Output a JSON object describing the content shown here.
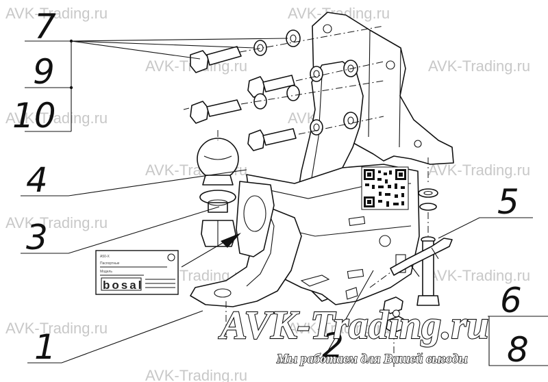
{
  "watermark": {
    "text": "AVK-Trading.ru",
    "color": "#c8c8c8"
  },
  "brand": {
    "title": "AVK-Trading.ru",
    "slogan": "Мы работаем для Вашей выгоды"
  },
  "callouts": [
    "7",
    "9",
    "10",
    "4",
    "3",
    "1",
    "2",
    "5",
    "6",
    "8"
  ],
  "plate": {
    "code": "A50-X",
    "row1": "Паспортные",
    "row2": "Модель",
    "logo": "bosal"
  },
  "colors": {
    "line": "#111111",
    "background": "#ffffff"
  }
}
